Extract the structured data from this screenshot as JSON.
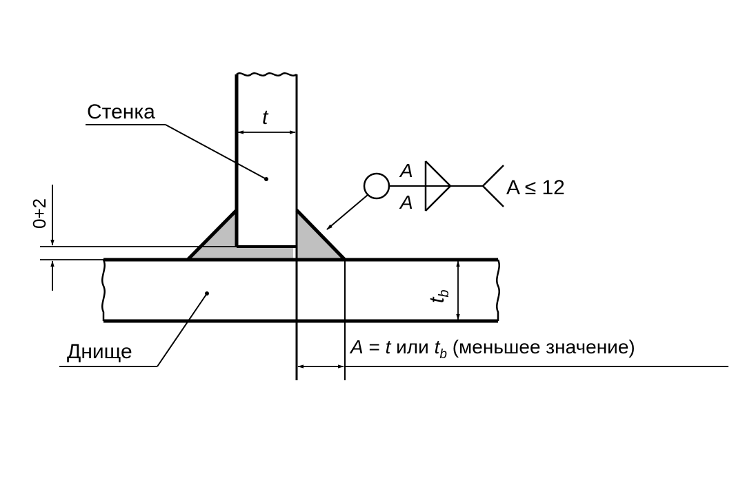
{
  "labels": {
    "wall": "Стенка",
    "bottom": "Днище",
    "wall_thickness": "t",
    "gap": "0+2",
    "bottom_thickness_main": "t",
    "bottom_thickness_sub": "b"
  },
  "weld_symbol": {
    "leg_top": "A",
    "leg_bottom": "A",
    "tail_text": "A ≤ 12"
  },
  "note": {
    "prefix": "A",
    "equals": " = ",
    "t": "t",
    "or": " или ",
    "tb_main": "t",
    "tb_sub": "b",
    "suffix": " (меньшее значение)"
  },
  "colors": {
    "line": "#000000",
    "weld_fill": "#c0c0c0",
    "background": "#ffffff"
  }
}
